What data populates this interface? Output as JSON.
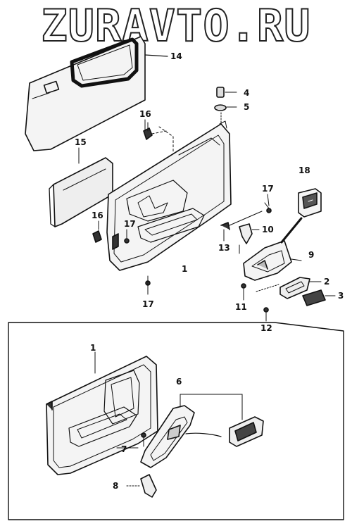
{
  "watermark": {
    "text": "ZURAVTO.RU"
  },
  "labels": {
    "l1_top": "1",
    "l2": "2",
    "l3": "3",
    "l4": "4",
    "l5": "5",
    "l9": "9",
    "l10": "10",
    "l11": "11",
    "l12": "12",
    "l13": "13",
    "l14": "14",
    "l15": "15",
    "l16_top": "16",
    "l16_mid": "16",
    "l17_right": "17",
    "l17_mid": "17",
    "l17_bottom": "17",
    "l18": "18",
    "l1_inset": "1",
    "l6": "6",
    "l7": "7",
    "l8": "8"
  },
  "colors": {
    "ink": "#111111",
    "panel": "#f4f4f4",
    "shade": "#bdbdbd"
  }
}
